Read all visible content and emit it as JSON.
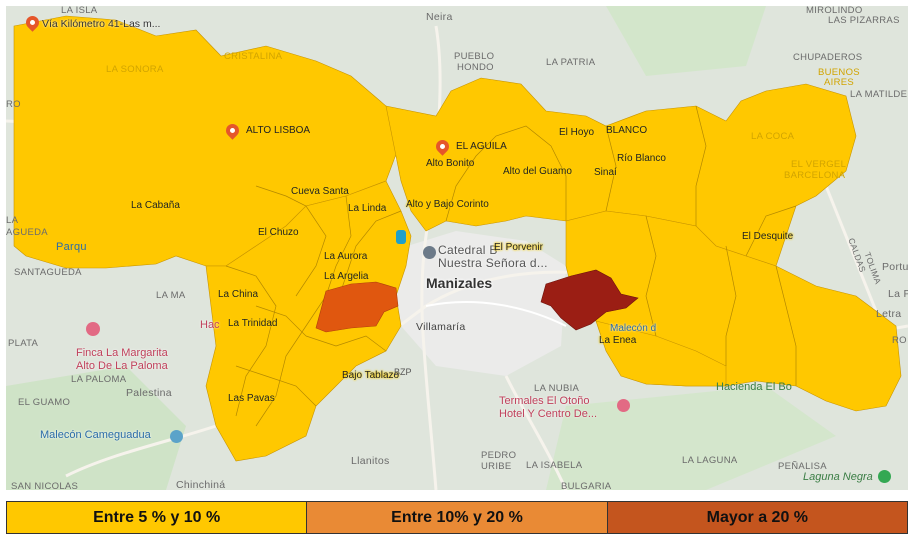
{
  "legend": [
    {
      "label": "Entre 5 % y 10 %",
      "color": "#ffc800"
    },
    {
      "label": "Entre 10% y 20 %",
      "color": "#e98a35"
    },
    {
      "label": "Mayor a 20 %",
      "color": "#c4551e"
    }
  ],
  "region_colors": {
    "low": "#ffc800",
    "mid": "#e0570f",
    "high": "#9b1e14"
  },
  "city": "Manizales",
  "pins": {
    "pin1": "Vía Kilómetro 41-Las m...",
    "pin2": "ALTO LISBOA",
    "pin3": "EL AGUILA",
    "pin3b": "Alto Bonito"
  },
  "places": {
    "laisla": "LA ISLA",
    "neira": "Neira",
    "mirolindo": "MIROLINDO",
    "laspizaras": "LAS PIZARRAS",
    "pueblohondo1": "PUEBLO",
    "pueblohondo2": "HONDO",
    "lapatria": "LA PATRIA",
    "chupaderos": "CHUPADEROS",
    "lamatilde": "LA MATILDE",
    "lasonora": "LA SONORA",
    "cristalina": "CRISTALINA",
    "buenosaires1": "BUENOS",
    "buenosaires2": "AIRES",
    "lacoca": "LA COCA",
    "elvergel": "EL VERGEL",
    "barcelona": "BARCELONA",
    "agueda": "AGUEDA",
    "santagueda": "SANTAGUEDA",
    "lama": "LA MA",
    "plata": "PLATA",
    "lapaloma": "LA PALOMA",
    "palestina": "Palestina",
    "elguamo": "EL GUAMO",
    "llanitos": "Llanitos",
    "pedrouribe1": "PEDRO",
    "pedrouribe2": "URIBE",
    "laisabela": "LA ISABELA",
    "bulgaria": "BULGARIA",
    "lalaguna": "LA LAGUNA",
    "penalisa": "PEÑALISA",
    "sannicolas": "San NICOLAS",
    "chinchina": "Chinchiná",
    "lanubia": "LA NUBIA",
    "caldas": "CALDAS",
    "tolima": "TOLIMA",
    "portug": "Portug",
    "lapo": "La Po",
    "letra": "Letra",
    "ro": "RO",
    "ro2": "RO",
    "la": "LA",
    "parqu": "Parqu",
    "villamaria": "Villamaría",
    "catedral1": "Catedral B",
    "catedral2": "Nuestra Señora d..."
  },
  "veredas": {
    "elhoyo": "El Hoyo",
    "rioblanco": "Río Blanco",
    "sinai": "Sinaí",
    "altoguamo": "Alto del Guamo",
    "altoybajo": "Alto y Bajo Corinto",
    "cuevasanta": "Cueva Santa",
    "lacabana": "La Cabaña",
    "lalinda": "La Linda",
    "elchuzo": "El Chuzo",
    "laaurora": "La Aurora",
    "laargelia": "La Argelia",
    "elporvenir": "El Porvenir",
    "eldesquite": "El Desquite",
    "lachina": "La China",
    "latrinidad": "La Trinidad",
    "bajotablazo": "Bajo Tablazo",
    "laspavas": "Las Pavas",
    "laenea": "La Enea",
    "blanco": "BLANCO"
  },
  "pois": {
    "finca1": "Finca La Margarita",
    "finca2": "Alto De La Paloma",
    "malecon": "Malecón Cameguadua",
    "termales1": "Termales El Otoño",
    "termales2": "Hotel Y Centro De...",
    "hacienda": "Hacienda El Bo",
    "lagunanegra": "Laguna Negra",
    "malecon2": "Malecón d",
    "hac": "Hac",
    "bzp": "BZP"
  }
}
